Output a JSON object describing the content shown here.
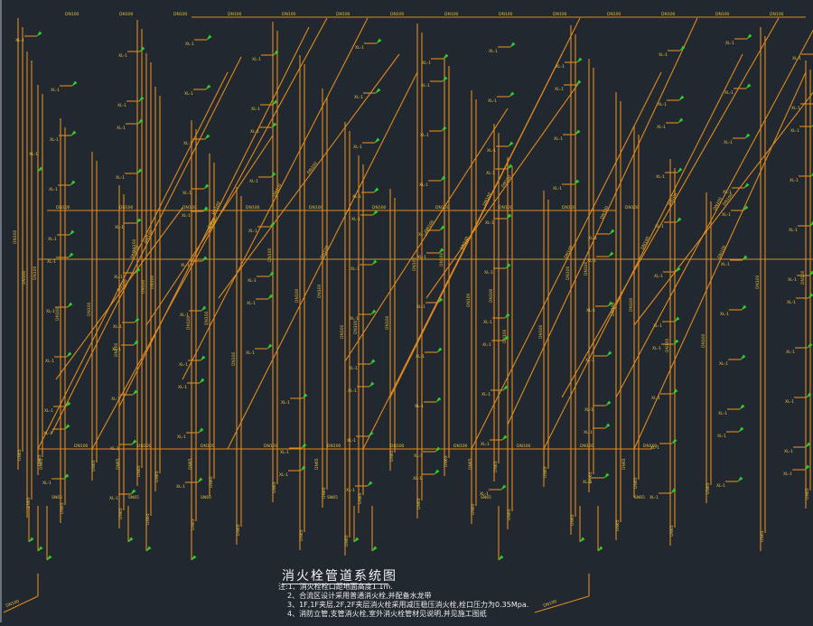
{
  "drawing": {
    "title": "消火栓管道系统图",
    "notes": [
      "注:1、消火栓栓口距地面高度1.1m.",
      "2、合流区设计采用普通消火栓,并配备水龙带",
      "3、1F,1F夹层,2F,2F夹层消火栓采用减压稳压消火栓,栓口压力为0.35Mpa.",
      "4、消防立管,支管消火栓,室外消火栓管材见说明,并见施工图纸"
    ],
    "pipe_label": "DN100",
    "pipe_label_small": "DN65",
    "elevation_label": "XL-1",
    "hydrant_label": "SN65",
    "colors": {
      "background": "#212830",
      "pipe": "#e08a1e",
      "label": "#e6c040",
      "hydrant": "#2fcc2f",
      "text": "#f0f0f0"
    }
  }
}
